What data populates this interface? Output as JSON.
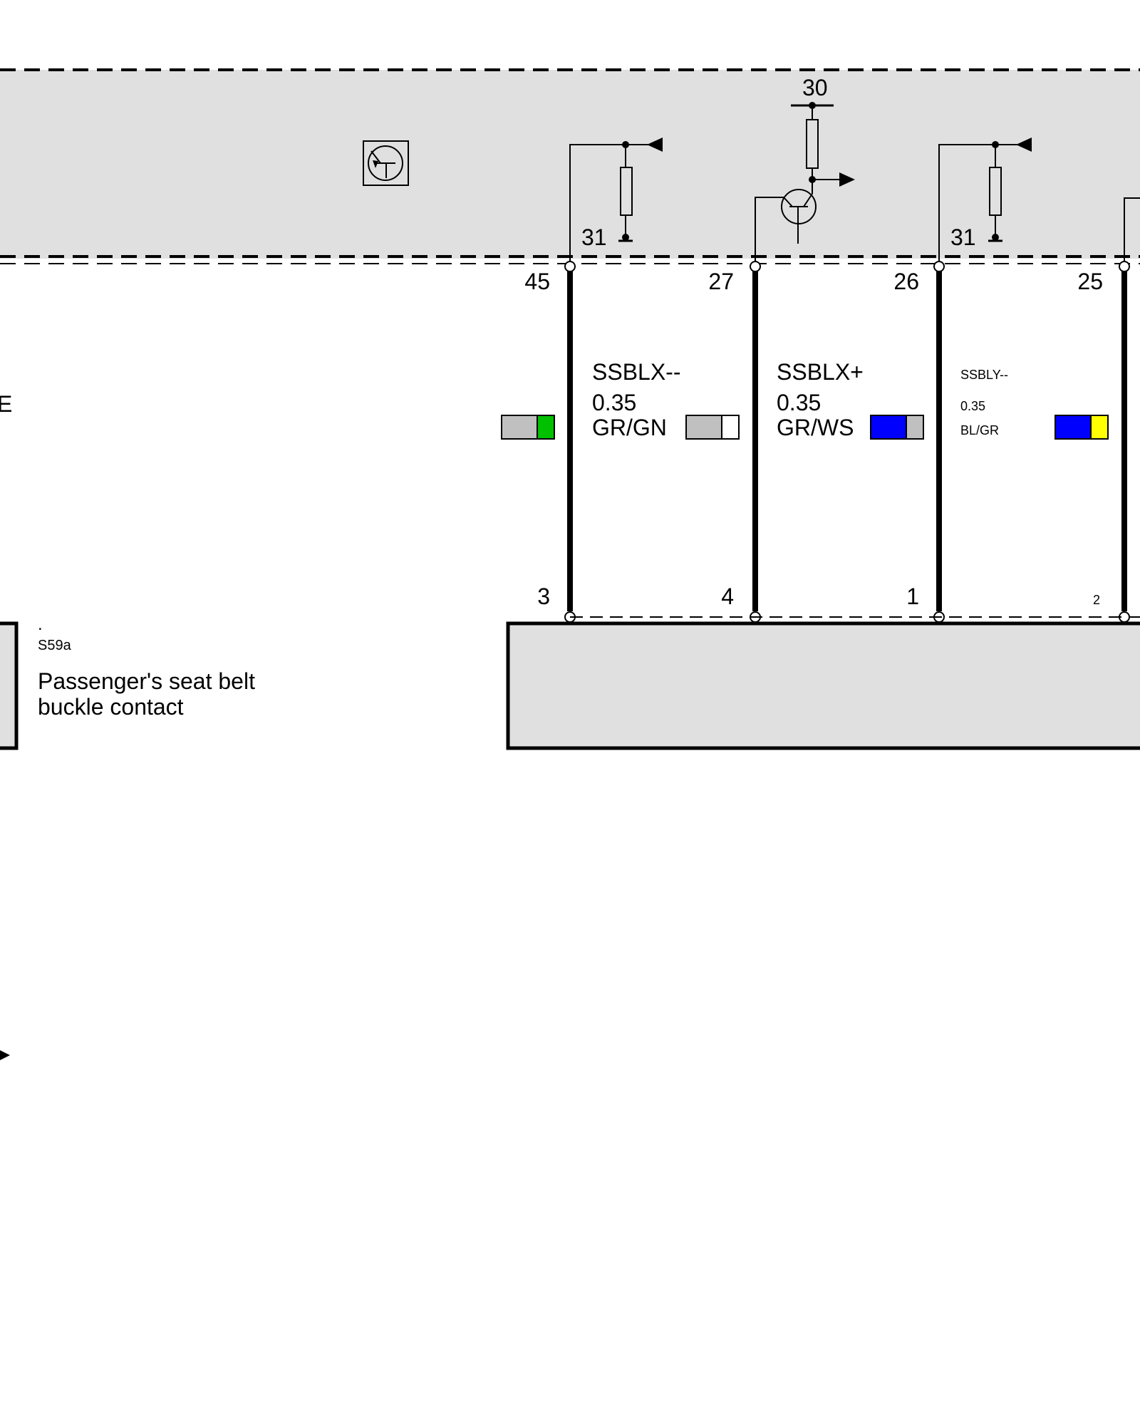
{
  "module_box": {
    "fill": "#e0e0e0",
    "ground_labels": [
      "31",
      "31"
    ],
    "supply_label": "30"
  },
  "left_cut_label": "E",
  "pins_top": [
    "45",
    "27",
    "26",
    "25"
  ],
  "pins_bottom": [
    "3",
    "4",
    "1",
    "2"
  ],
  "wires": [
    {
      "signal": "SSBLX--",
      "gauge": "0.35",
      "color_code": "GR/GN",
      "swatch": [
        "#c0c0c0",
        "#00c000"
      ]
    },
    {
      "signal": "SSBLX+",
      "gauge": "0.35",
      "color_code": "GR/WS",
      "swatch": [
        "#c0c0c0",
        "#ffffff"
      ]
    },
    {
      "signal": "SSBLY--",
      "gauge": "0.35",
      "color_code": "BL/GR",
      "swatch": [
        "#0000ff",
        "#c0c0c0"
      ]
    },
    {
      "swatch": [
        "#0000ff",
        "#ffff00"
      ]
    }
  ],
  "component": {
    "dot": ".",
    "id": "S59a",
    "name_line1": "Passenger's seat belt",
    "name_line2": "buckle contact"
  }
}
